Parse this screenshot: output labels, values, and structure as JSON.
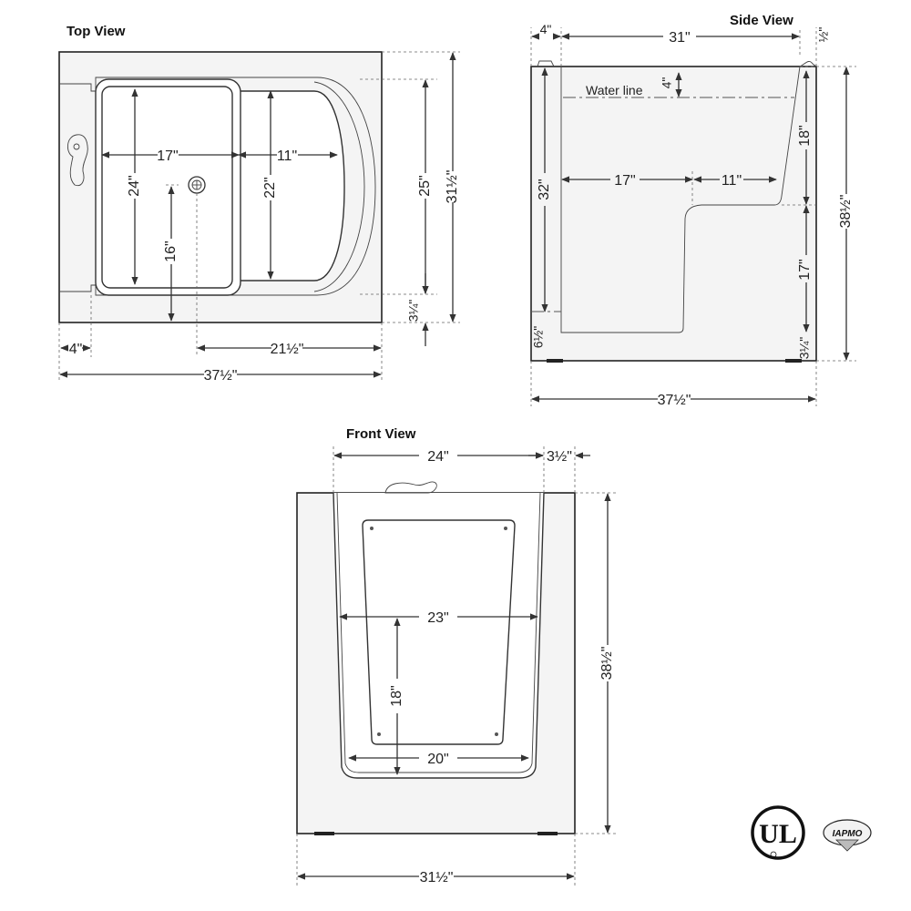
{
  "views": {
    "top": {
      "title": "Top View",
      "dims": {
        "seat_depth": "17\"",
        "seat_to_back": "11\"",
        "footwell_width": "24\"",
        "seat_width": "22\"",
        "drain_offset": "16\"",
        "inner_width": "25\"",
        "outer_width": "31½\"",
        "bottom_margin": "3¼\"",
        "left_margin": "4\"",
        "drain_to_end": "21½\"",
        "overall_length": "37½\""
      }
    },
    "side": {
      "title": "Side View",
      "dims": {
        "rim": "4\"",
        "top_length": "31\"",
        "back_lip": "½\"",
        "water_line_label": "Water line",
        "water_line_depth": "4\"",
        "back_rise": "18\"",
        "total_depth": "32\"",
        "seat_depth": "17\"",
        "seat_to_back": "11\"",
        "overall_height": "38½\"",
        "seat_height": "17\"",
        "base_left": "6½\"",
        "base_right": "3¼\"",
        "overall_length": "37½\""
      }
    },
    "front": {
      "title": "Front View",
      "dims": {
        "door_opening": "24\"",
        "side_wall": "3½\"",
        "door_mid_width": "23\"",
        "door_height": "18\"",
        "overall_height": "38½\"",
        "door_bottom_width": "20\"",
        "overall_width": "31½\""
      }
    }
  },
  "badges": {
    "ul": "UL",
    "iapmo": "IAPMO"
  },
  "colors": {
    "line": "#333333",
    "body_fill": "#f4f4f4",
    "inner_fill": "#ffffff"
  }
}
